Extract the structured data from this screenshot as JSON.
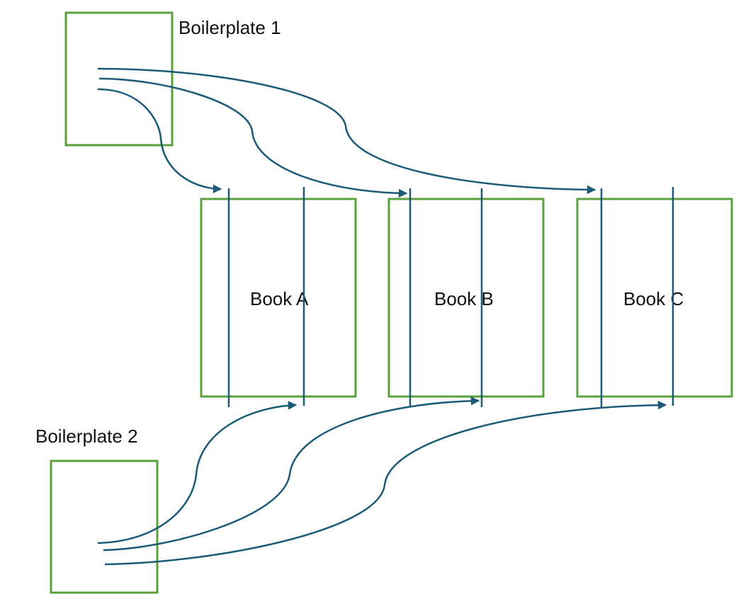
{
  "diagram": {
    "colors": {
      "box": "#5aa03c",
      "connector": "#1a5b78",
      "text": "#111111"
    },
    "sources": [
      {
        "id": "bp1",
        "label": "Boilerplate 1"
      },
      {
        "id": "bp2",
        "label": "Boilerplate 2"
      }
    ],
    "books": [
      {
        "id": "bookA",
        "label": "Book A"
      },
      {
        "id": "bookB",
        "label": "Book B"
      },
      {
        "id": "bookC",
        "label": "Book C"
      }
    ],
    "connections": [
      {
        "from": "bp1",
        "to": "bookA",
        "marker": "insertion-point-left"
      },
      {
        "from": "bp1",
        "to": "bookB",
        "marker": "insertion-point-left"
      },
      {
        "from": "bp1",
        "to": "bookC",
        "marker": "insertion-point-left"
      },
      {
        "from": "bp2",
        "to": "bookA",
        "marker": "insertion-point-right"
      },
      {
        "from": "bp2",
        "to": "bookB",
        "marker": "insertion-point-right"
      },
      {
        "from": "bp2",
        "to": "bookC",
        "marker": "insertion-point-right"
      }
    ]
  }
}
